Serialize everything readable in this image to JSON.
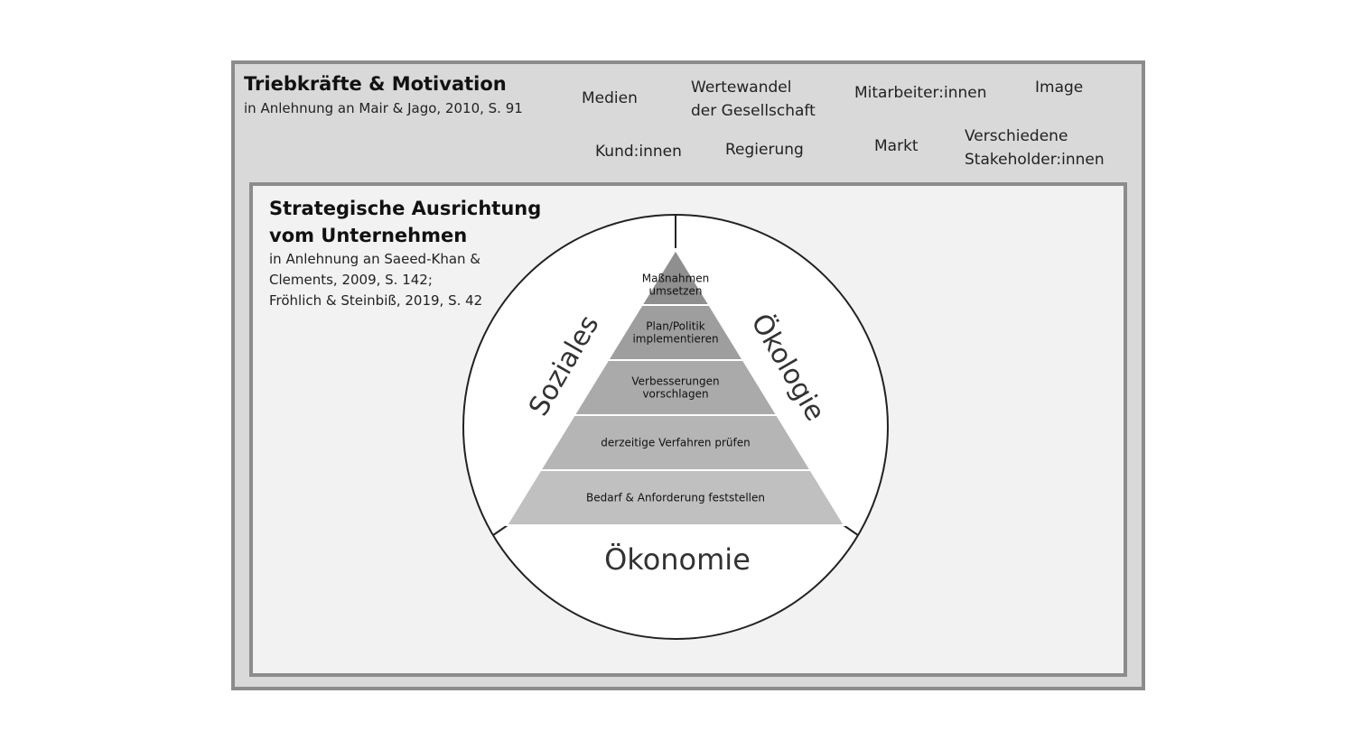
{
  "drivers": {
    "title": "Triebkräfte & Motivation",
    "source": "in Anlehnung an Mair & Jago, 2010, S. 91",
    "items": [
      {
        "lines": [
          "Medien"
        ]
      },
      {
        "lines": [
          "Wertewandel",
          "der Gesellschaft"
        ]
      },
      {
        "lines": [
          "Mitarbeiter:innen"
        ]
      },
      {
        "lines": [
          "Image"
        ]
      },
      {
        "lines": [
          "Kund:innen"
        ]
      },
      {
        "lines": [
          "Regierung"
        ]
      },
      {
        "lines": [
          "Markt"
        ]
      },
      {
        "lines": [
          "Verschiedene",
          "Stakeholder:innen"
        ]
      }
    ]
  },
  "strategy": {
    "title_lines": [
      "Strategische Ausrichtung",
      "vom Unternehmen"
    ],
    "source_lines": [
      "in Anlehnung an Saeed-Khan &",
      "Clements, 2009, S. 142;",
      "Fröhlich & Steinbiß, 2019, S. 42"
    ]
  },
  "dimensions": {
    "left": "Soziales",
    "right": "Ökologie",
    "bottom": "Ökonomie"
  },
  "pyramid_levels": [
    {
      "lines": [
        "Maßnahmen",
        "umsetzen"
      ]
    },
    {
      "lines": [
        "Plan/Politik",
        "implementieren"
      ]
    },
    {
      "lines": [
        "Verbesserungen",
        "vorschlagen"
      ]
    },
    {
      "lines": [
        "derzeitige Verfahren prüfen"
      ]
    },
    {
      "lines": [
        "Bedarf & Anforderung feststellen"
      ]
    }
  ],
  "colors": {
    "outer_panel": "#d9d9d9",
    "inner_panel": "#f2f2f2",
    "border": "#8c8c8c",
    "level_colors": [
      "#8f8f8f",
      "#9e9e9e",
      "#aaaaaa",
      "#b5b5b5",
      "#c0c0c0"
    ]
  }
}
